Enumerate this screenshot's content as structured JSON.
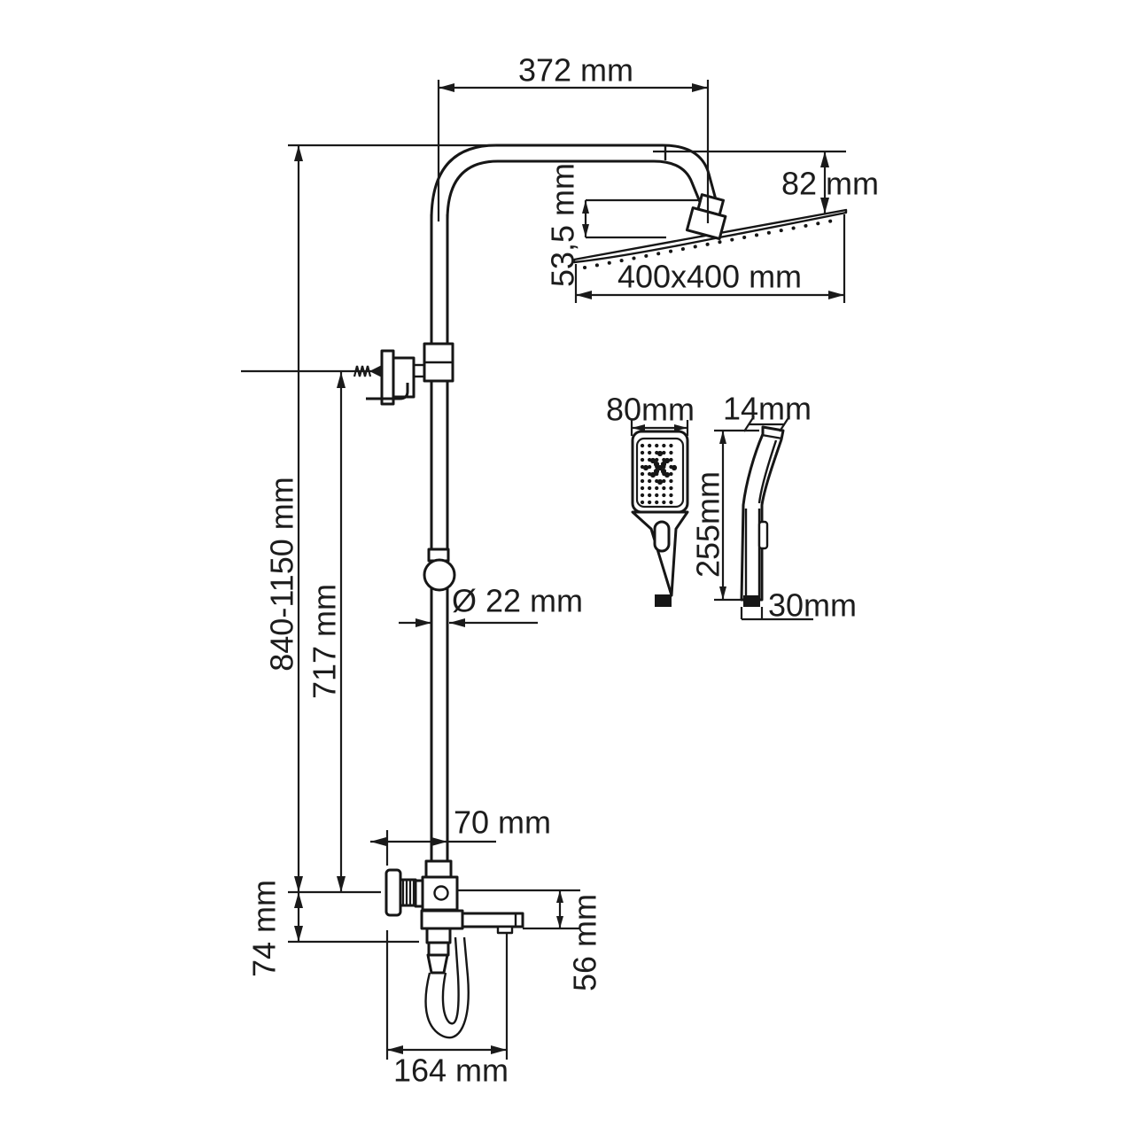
{
  "drawing": {
    "title": "Shower system dimensional drawing",
    "units": "mm",
    "colors": {
      "line": "#1a1a1a",
      "background": "#ffffff",
      "text": "#1c1c1c"
    },
    "labels": {
      "arm_reach": "372 mm",
      "head_drop": "82 mm",
      "head_offset": "53,5 mm",
      "head_size": "400x400 mm",
      "column_height": "840-1150 mm",
      "bracket_height": "717 mm",
      "pipe_diameter": "Ø 22 mm",
      "mixer_offset": "70 mm",
      "mixer_drop": "74 mm",
      "spout_height": "56 mm",
      "spout_reach": "164 mm",
      "handshower_width": "80mm",
      "handshower_depth": "14mm",
      "handshower_length": "255mm",
      "handshower_cap": "30mm"
    }
  }
}
